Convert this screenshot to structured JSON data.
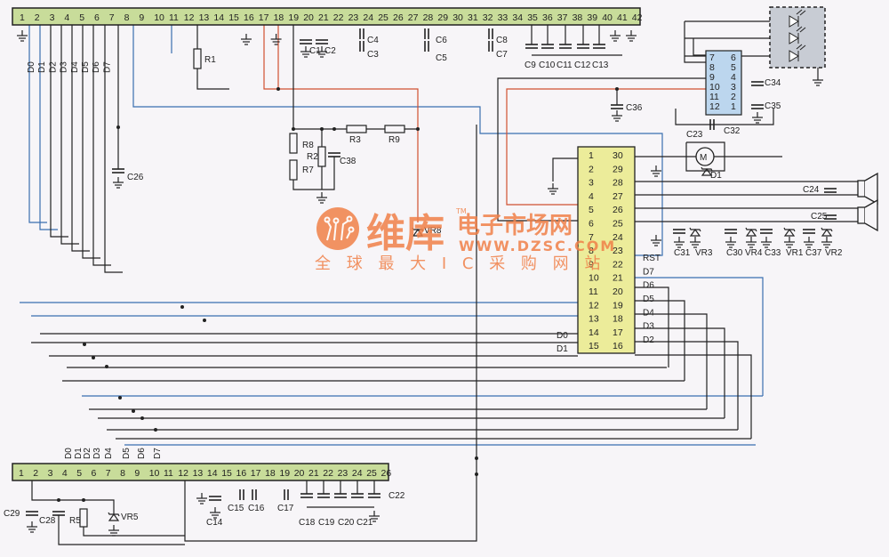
{
  "colors": {
    "background": "#f7f5f8",
    "connector_fill": "#c8dc9a",
    "ic_main_fill": "#ecec9a",
    "ic_led_driver_fill": "#bcd6ee",
    "led_panel_fill": "#c8ccd4",
    "wire_black": "#222222",
    "wire_blue": "#3a6fb0",
    "wire_red": "#d05030",
    "watermark": "#f08048"
  },
  "top_connector": {
    "pins": [
      "1",
      "2",
      "3",
      "4",
      "5",
      "6",
      "7",
      "8",
      "9",
      "10",
      "11",
      "12",
      "13",
      "14",
      "15",
      "16",
      "17",
      "18",
      "19",
      "20",
      "21",
      "22",
      "23",
      "24",
      "25",
      "26",
      "27",
      "28",
      "29",
      "30",
      "31",
      "32",
      "33",
      "34",
      "35",
      "36",
      "37",
      "38",
      "39",
      "40",
      "41",
      "42"
    ],
    "data_labels": [
      "D0",
      "D1",
      "D2",
      "D3",
      "D4",
      "D5",
      "D6",
      "D7"
    ]
  },
  "bottom_connector": {
    "pins": [
      "1",
      "2",
      "3",
      "4",
      "5",
      "6",
      "7",
      "8",
      "9",
      "10",
      "11",
      "12",
      "13",
      "14",
      "15",
      "16",
      "17",
      "18",
      "19",
      "20",
      "21",
      "22",
      "23",
      "24",
      "25",
      "26"
    ],
    "data_labels": [
      "D0",
      "D1",
      "D2",
      "D3",
      "D4",
      "D5",
      "D6",
      "D7"
    ]
  },
  "main_ic": {
    "left_pins": [
      "1",
      "2",
      "3",
      "4",
      "5",
      "6",
      "7",
      "8",
      "9",
      "10",
      "11",
      "12",
      "13",
      "14",
      "15"
    ],
    "right_pins": [
      "30",
      "29",
      "28",
      "27",
      "26",
      "25",
      "24",
      "23",
      "22",
      "21",
      "20",
      "19",
      "18",
      "17",
      "16"
    ],
    "left_signals": {
      "14": "D0",
      "15": "D1"
    },
    "right_signals": [
      "RST",
      "D7",
      "D6",
      "D5",
      "D4",
      "D3",
      "D2"
    ]
  },
  "led_driver_ic": {
    "left_pins": [
      "7",
      "8",
      "9",
      "10",
      "11",
      "12"
    ],
    "right_pins": [
      "6",
      "5",
      "4",
      "3",
      "2",
      "1"
    ]
  },
  "components": {
    "R1": "R1",
    "R2": "R2",
    "R3": "R3",
    "R5": "R5",
    "R7": "R7",
    "R8": "R8",
    "R9": "R9",
    "C1": "C1",
    "C2": "C2",
    "C3": "C3",
    "C4": "C4",
    "C5": "C5",
    "C6": "C6",
    "C7": "C7",
    "C8": "C8",
    "C9": "C9",
    "C10": "C10",
    "C11": "C11",
    "C12": "C12",
    "C13": "C13",
    "C14": "C14",
    "C15": "C15",
    "C16": "C16",
    "C17": "C17",
    "C18": "C18",
    "C19": "C19",
    "C20": "C20",
    "C21": "C21",
    "C22": "C22",
    "C23": "C23",
    "C24": "C24",
    "C25": "C25",
    "C26": "C26",
    "C28": "C28",
    "C29": "C29",
    "C30": "C30",
    "C31": "C31",
    "C32": "C32",
    "C33": "C33",
    "C34": "C34",
    "C35": "C35",
    "C36": "C36",
    "C37": "C37",
    "C38": "C38",
    "VR1": "VR1",
    "VR2": "VR2",
    "VR3": "VR3",
    "VR4": "VR4",
    "VR5": "VR5",
    "VR8": "VR8",
    "D1": "D1",
    "M": "M"
  },
  "watermark": {
    "brand": "维库",
    "tm": "TM",
    "tagline_cn": "电子市场网",
    "url": "WWW.DZSC.COM",
    "slogan": "全 球 最 大 I C 采 购 网 站"
  }
}
